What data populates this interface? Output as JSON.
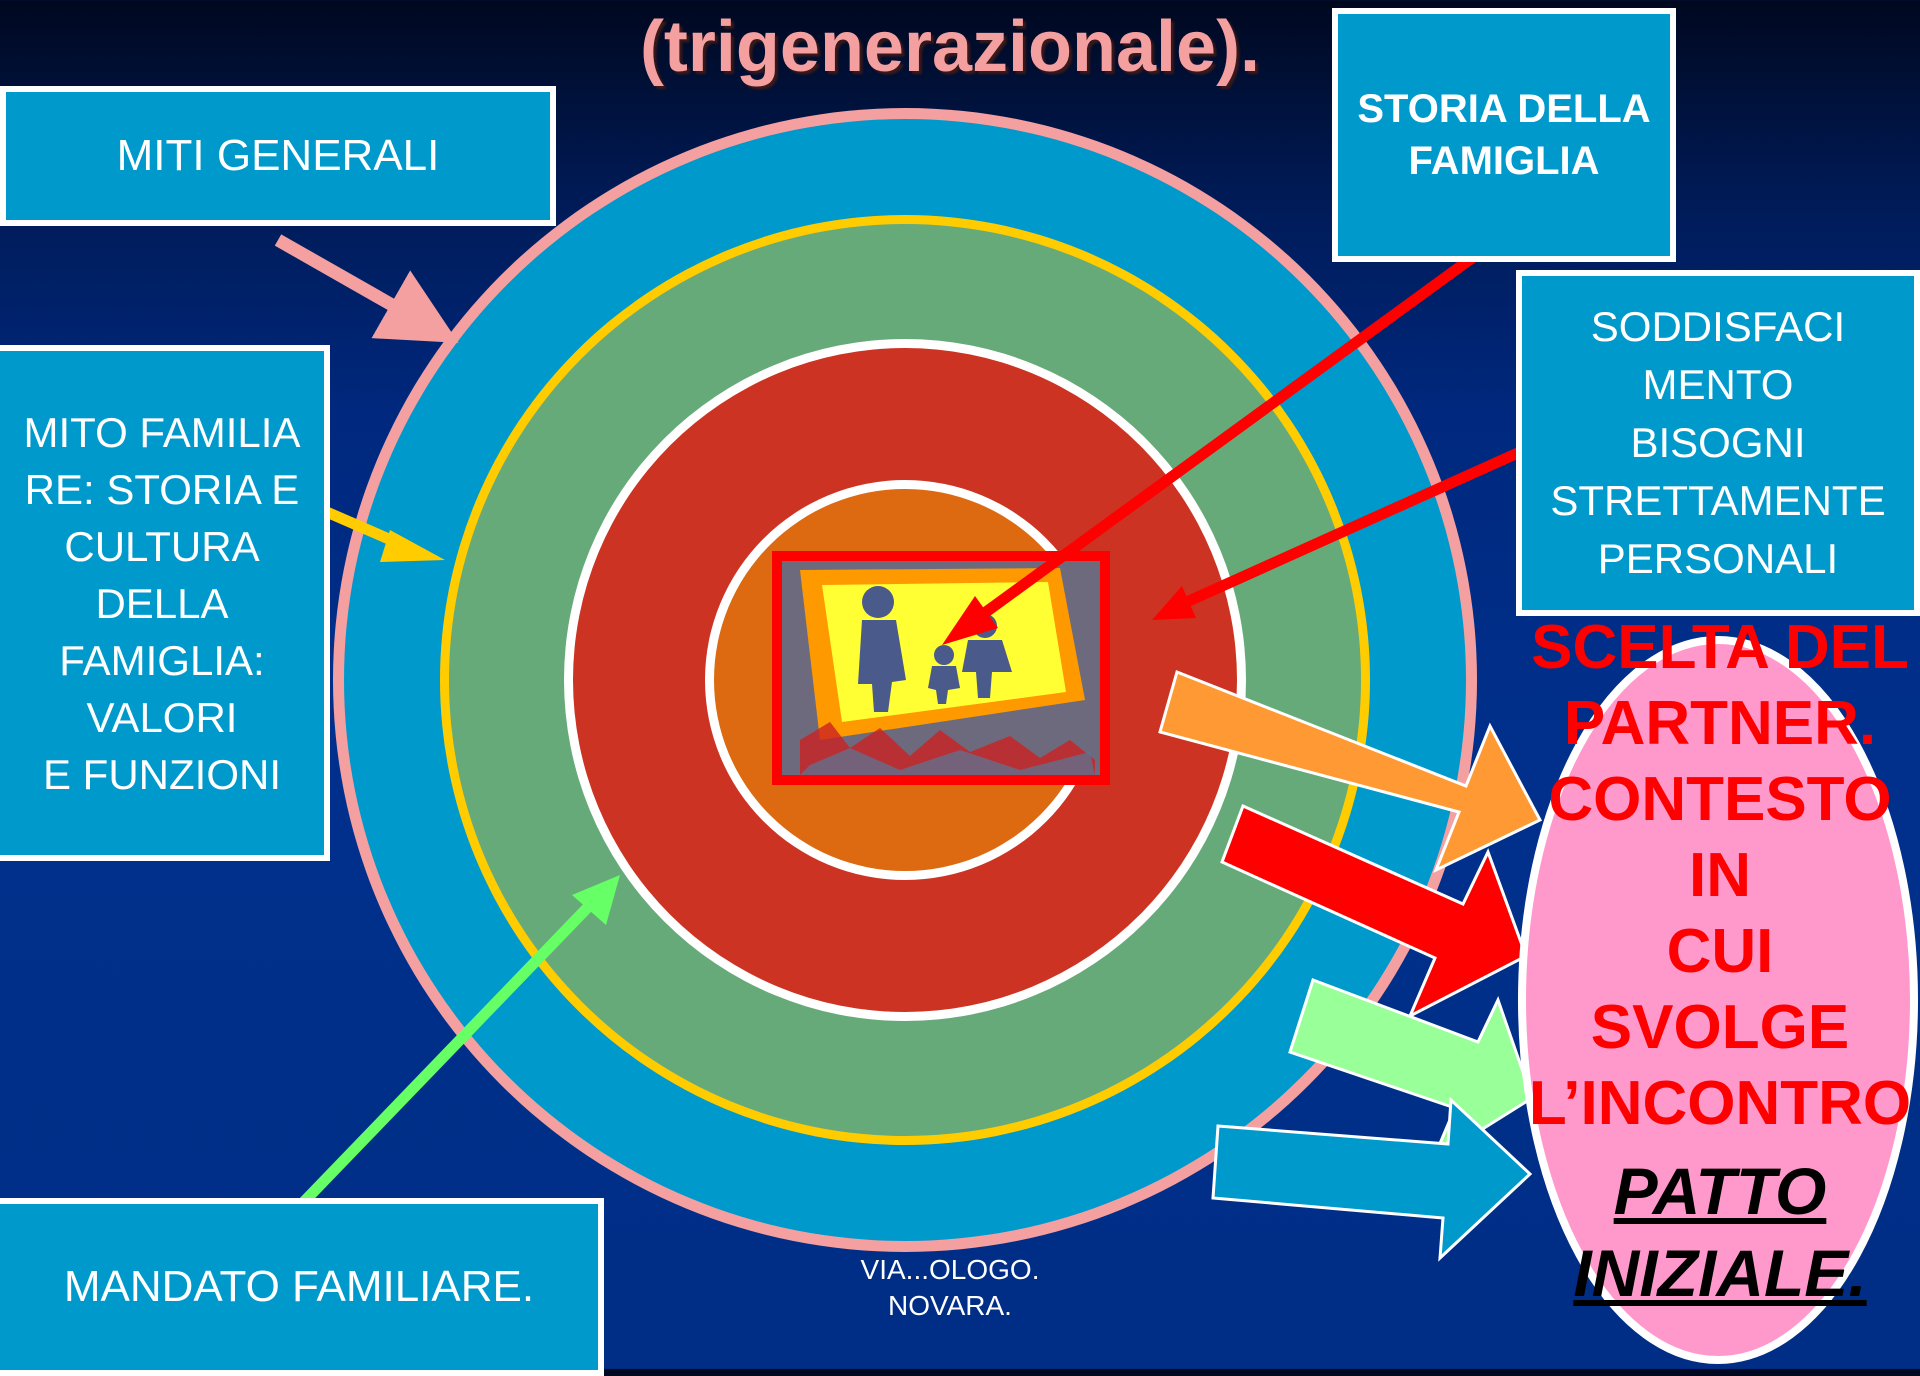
{
  "title": "(trigenerazionale).",
  "boxes": {
    "miti_generali": "MITI GENERALI",
    "mito_familiare": "MITO FAMILIA\nRE: STORIA E\nCULTURA\nDELLA\nFAMIGLIA:\nVALORI\nE FUNZIONI",
    "storia_famiglia": "STORIA DELLA\nFAMIGLIA",
    "soddisfacimento": "SODDISFACI\nMENTO\nBISOGNI\nSTRETTAMENTE\nPERSONALI",
    "mandato_familiare": "MANDATO FAMILIARE."
  },
  "outcome": {
    "text": "SCELTA DEL\nPARTNER.\nCONTESTO\nIN\nCUI\nSVOLGE\nL’INCONTRO",
    "patto": "PATTO\nINIZIALE."
  },
  "footer": "VIA...OLOGO.\nNOVARA.",
  "colors": {
    "ring_outer": "#f4a0a0",
    "ring_blue": "#0099cc",
    "ring_green": "#66aa7a",
    "ring_red": "#cc3322",
    "center_orange": "#dd6a11",
    "arrow_orange": "#ff9933",
    "arrow_red": "#ff0000",
    "arrow_lightgreen": "#99ff99",
    "arrow_blue": "#0099cc",
    "ellipse_pink": "#ff99cc"
  }
}
